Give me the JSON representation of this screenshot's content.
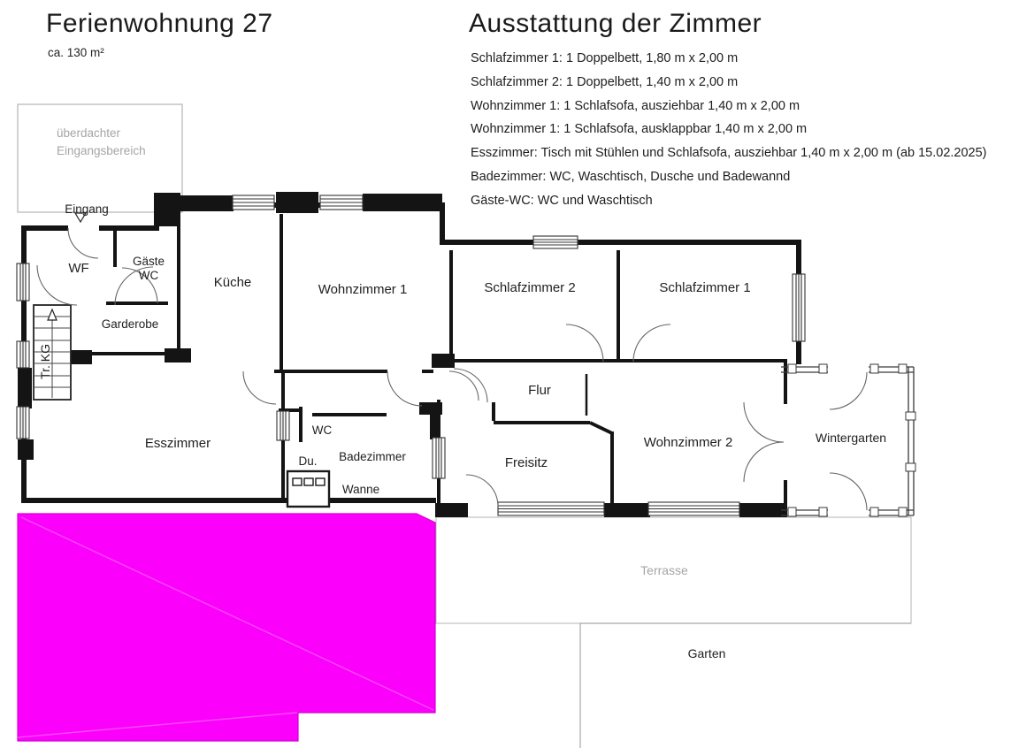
{
  "header": {
    "title": "Ferienwohnung 27",
    "subtitle": "ca. 130 m²"
  },
  "equipment": {
    "title": "Ausstattung der Zimmer",
    "items": [
      "Schlafzimmer 1: 1 Doppelbett, 1,80 m x 2,00 m",
      "Schlafzimmer 2: 1 Doppelbett, 1,40 m x 2,00 m",
      "Wohnzimmer 1: 1 Schlafsofa, ausziehbar 1,40 m x 2,00 m",
      "Wohnzimmer 1: 1 Schlafsofa, ausklappbar 1,40 m x 2,00 m",
      "Esszimmer: Tisch mit Stühlen und Schlafsofa, ausziehbar 1,40 m x 2,00 m (ab 15.02.2025)",
      "Badezimmer: WC, Waschtisch, Dusche und Badewannd",
      "Gäste-WC: WC und Waschtisch"
    ]
  },
  "plan": {
    "labels": {
      "eingangsbereich_line1": "überdachter",
      "eingangsbereich_line2": "Eingangsbereich",
      "eingang": "Eingang",
      "wf": "WF",
      "gaeste_wc_line1": "Gäste",
      "gaeste_wc_line2": "WC",
      "garderobe": "Garderobe",
      "treppe": "Tr. KG",
      "kueche": "Küche",
      "wohnzimmer1": "Wohnzimmer 1",
      "schlafzimmer2": "Schlafzimmer 2",
      "schlafzimmer1": "Schlafzimmer 1",
      "flur": "Flur",
      "esszimmer": "Esszimmer",
      "wc": "WC",
      "dusche": "Du.",
      "badezimmer": "Badezimmer",
      "wanne": "Wanne",
      "freisitz": "Freisitz",
      "wohnzimmer2": "Wohnzimmer 2",
      "wintergarten": "Wintergarten",
      "terrasse": "Terrasse",
      "garten": "Garten"
    }
  },
  "colors": {
    "highlight": "#fb00fb",
    "wall": "#141414",
    "muted_outline": "#b5b5b5"
  }
}
